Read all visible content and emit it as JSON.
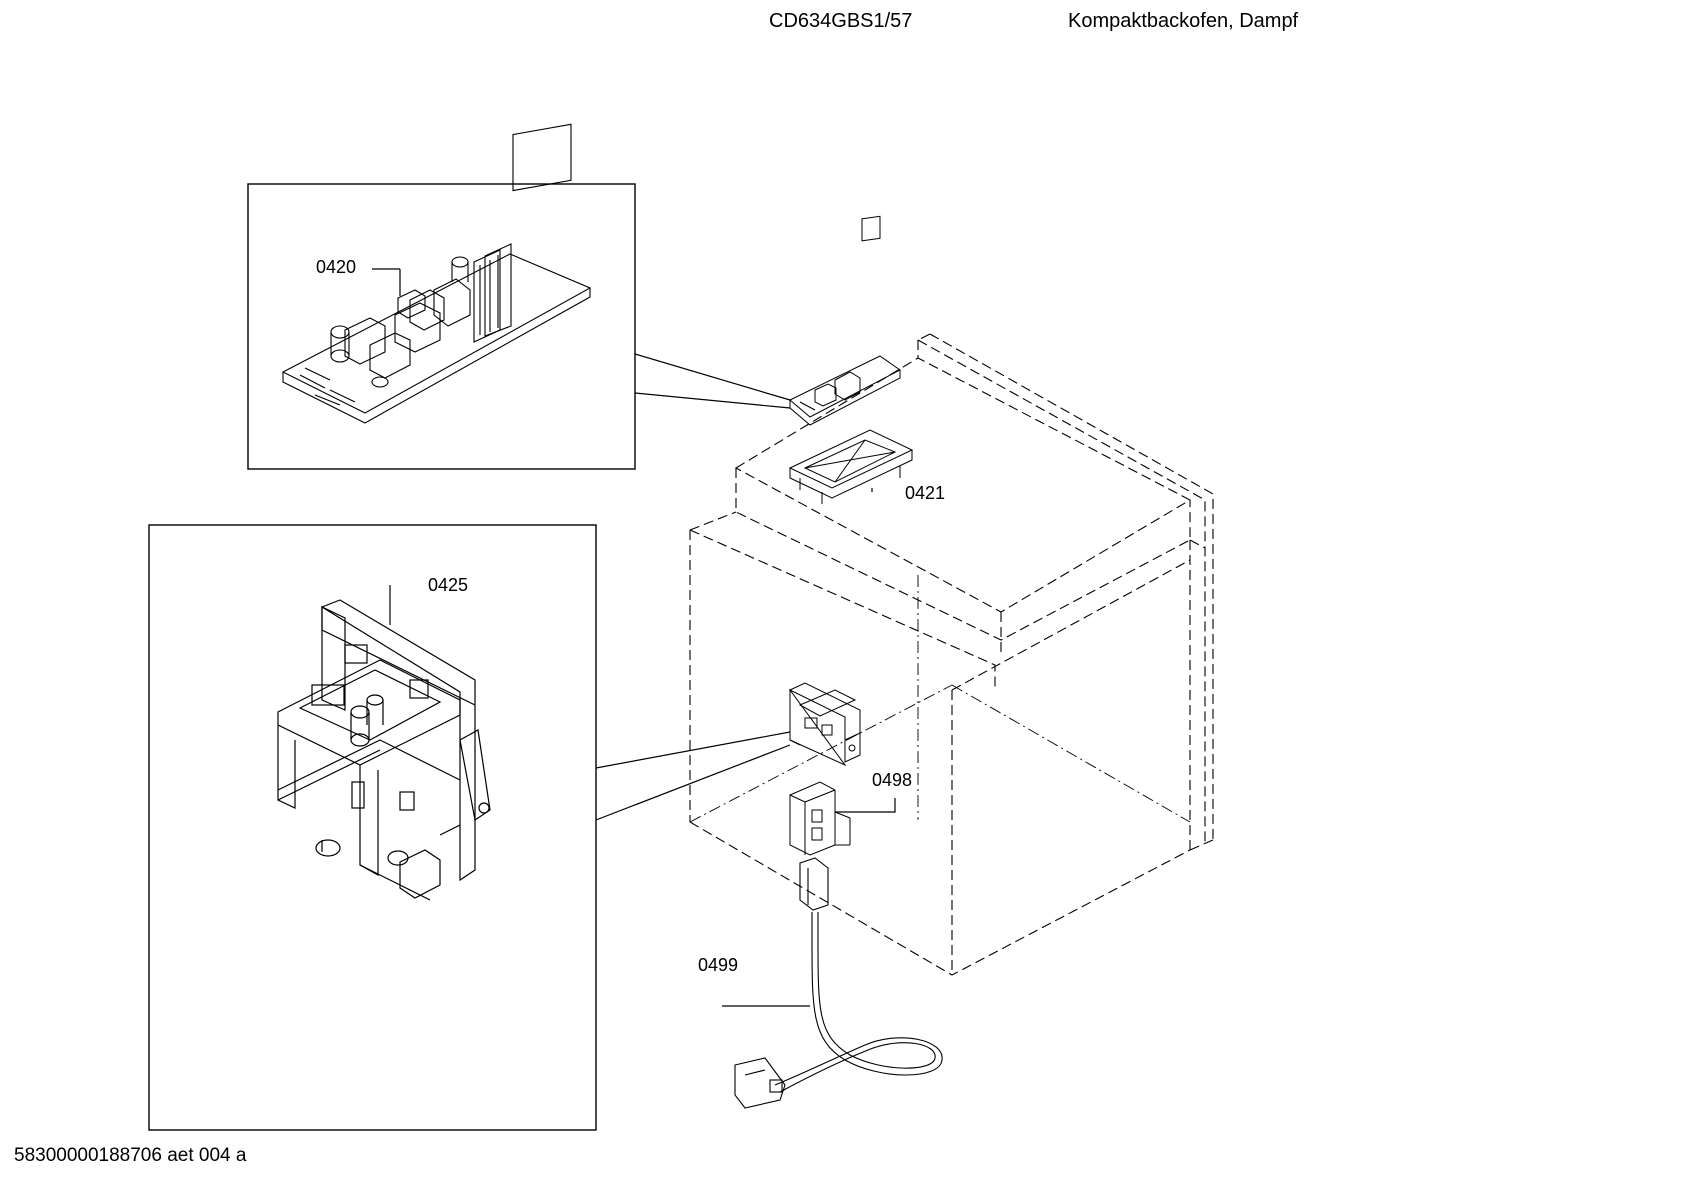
{
  "header": {
    "model": "CD634GBS1/57",
    "description": "Kompaktbackofen, Dampf"
  },
  "footer": {
    "document_code": "58300000188706 aet 004 a"
  },
  "parts": [
    {
      "id": "p0420",
      "label": "0420",
      "name": "circuit-board"
    },
    {
      "id": "p0421",
      "label": "0421",
      "name": "board-holder"
    },
    {
      "id": "p0425",
      "label": "0425",
      "name": "terminal-module"
    },
    {
      "id": "p0498",
      "label": "0498",
      "name": "terminal-clip"
    },
    {
      "id": "p0499",
      "label": "0499",
      "name": "power-cable"
    }
  ],
  "colors": {
    "line": "#000000",
    "background": "#ffffff"
  }
}
